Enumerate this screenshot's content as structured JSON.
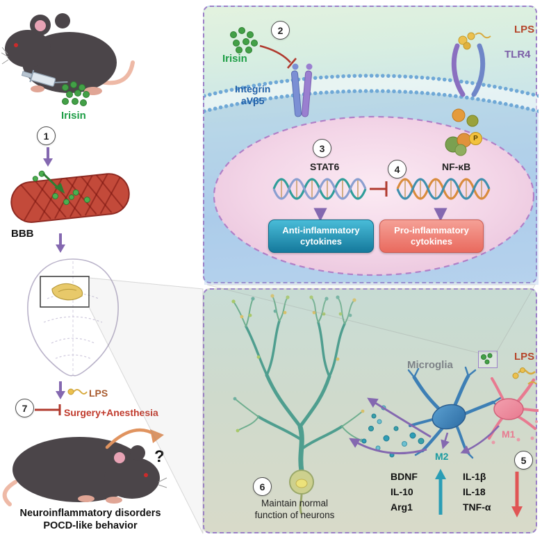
{
  "colors": {
    "irisin_green": "#1e9e46",
    "lps_red": "#b5452a",
    "tlr4_purple": "#7b5ea7",
    "integrin_blue": "#1f5fa8",
    "arrow_purple": "#8468b0",
    "inhibit_red": "#b03a2e",
    "anti_teal": "#15799c",
    "pro_salmon": "#e96a5e",
    "m2_teal": "#1a9ba0",
    "m1_pink": "#e87a90"
  },
  "left_column": {
    "irisin_label": "Irisin",
    "step1": "1",
    "bbb_label": "BBB",
    "step7": "7",
    "lps_label": "LPS",
    "surgery_label": "Surgery+Anesthesia",
    "question_mark": "?",
    "outcome_line1": "Neuroinflammatory disorders",
    "outcome_line2": "POCD-like behavior"
  },
  "membrane_panel": {
    "step2": "2",
    "irisin_label": "Irisin",
    "lps_label": "LPS",
    "tlr4_label": "TLR4",
    "integrin_line1": "Integrin",
    "integrin_line2": "aVβ5",
    "step3": "3",
    "stat6_label": "STAT6",
    "step4": "4",
    "nfkb_label": "NF-κB",
    "phospho_label": "P",
    "anti_line1": "Anti-inflammatory",
    "anti_line2": "cytokines",
    "pro_line1": "Pro-inflammatory",
    "pro_line2": "cytokines"
  },
  "neuron_panel": {
    "microglia_label": "Microglia",
    "lps_label": "LPS",
    "m1_label": "M1",
    "m2_label": "M2",
    "step5": "5",
    "step6": "6",
    "maintain_line1": "Maintain normal",
    "maintain_line2": "function of neurons",
    "up_markers": [
      "BDNF",
      "IL-10",
      "Arg1"
    ],
    "down_markers": [
      "IL-1β",
      "IL-18",
      "TNF-α"
    ]
  }
}
